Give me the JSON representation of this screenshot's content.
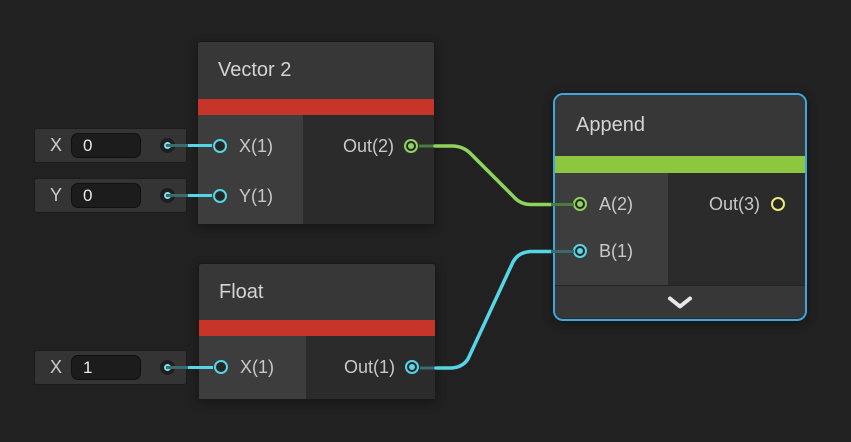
{
  "colors": {
    "background": "#212121",
    "red_bar": "#c7342a",
    "green_bar": "#8dc63f",
    "selection_blue": "#3fa6e0",
    "wire_green": "#8ed45c",
    "wire_green_dim": "#4d7a40",
    "wire_cyan": "#55d6e6",
    "wire_cyan_dim": "#3a6b70",
    "port_cyan": "#55d6e6",
    "port_cyan_bright": "#80e0e8",
    "port_green": "#8ed45c",
    "port_yellow": "#ece97d"
  },
  "nodes": {
    "vector2": {
      "title": "Vector 2",
      "inputs": [
        {
          "label": "X(1)"
        },
        {
          "label": "Y(1)"
        }
      ],
      "outputs": [
        {
          "label": "Out(2)"
        }
      ]
    },
    "float": {
      "title": "Float",
      "inputs": [
        {
          "label": "X(1)"
        }
      ],
      "outputs": [
        {
          "label": "Out(1)"
        }
      ]
    },
    "append": {
      "title": "Append",
      "selected": true,
      "inputs": [
        {
          "label": "A(2)"
        },
        {
          "label": "B(1)"
        }
      ],
      "outputs": [
        {
          "label": "Out(3)"
        }
      ],
      "collapse_icon": "chevron-down"
    }
  },
  "widgets": [
    {
      "label": "X",
      "value": "0"
    },
    {
      "label": "Y",
      "value": "0"
    },
    {
      "label": "X",
      "value": "1"
    }
  ],
  "edges": [
    {
      "from": "Vector 2.Out(2)",
      "to": "Append.A(2)",
      "color": "green"
    },
    {
      "from": "Float.Out(1)",
      "to": "Append.B(1)",
      "color": "cyan"
    }
  ]
}
